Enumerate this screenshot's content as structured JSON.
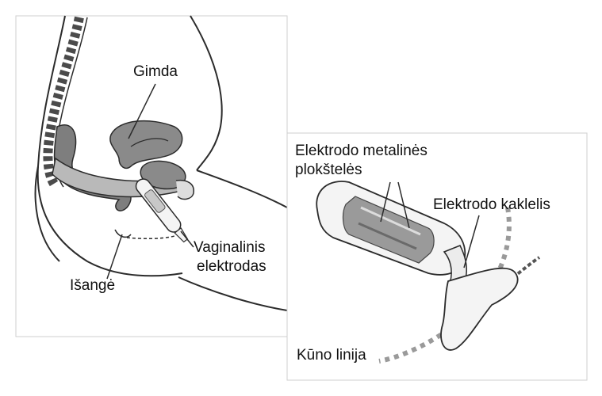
{
  "labels": {
    "uterus": "Gimda",
    "anus": "Išangė",
    "vaginal_electrode_line1": "Vaginalinis",
    "vaginal_electrode_line2": "elektrodas",
    "metal_plates_line1": "Elektrodo metalinės",
    "metal_plates_line2": "plokštelės",
    "electrode_neck": "Elektrodo kaklelis",
    "body_line": "Kūno linija"
  },
  "colors": {
    "outline": "#2b2b2b",
    "organ_fill": "#8a8a8a",
    "organ_light": "#b9b9b9",
    "electrode_body": "#f4f4f4",
    "metal_plate": "#9a9a9a",
    "body_line_dash": "#9a9a9a"
  }
}
